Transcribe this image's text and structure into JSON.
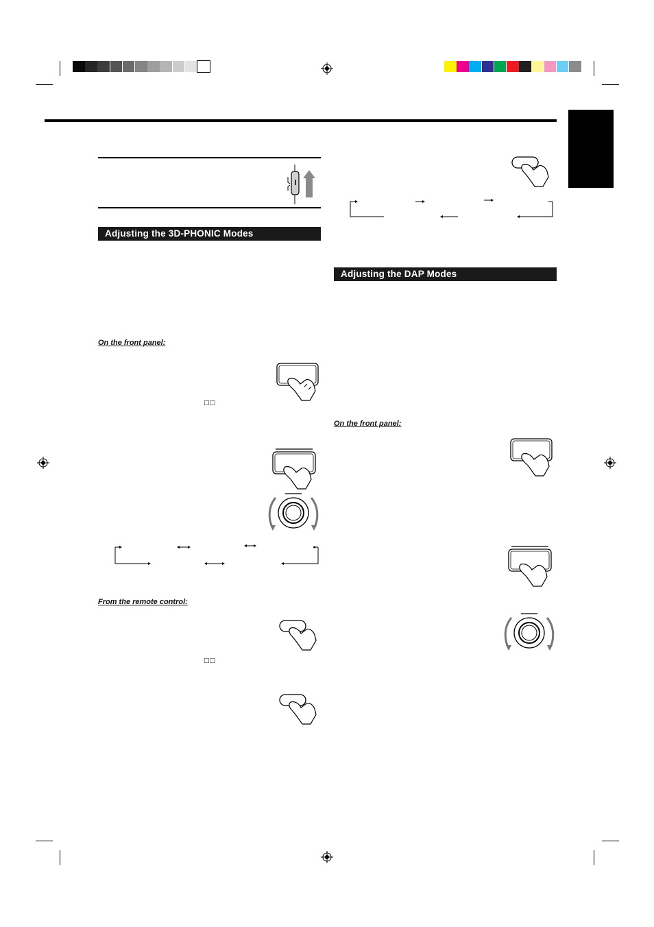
{
  "sections": {
    "phonic": {
      "heading": "Adjusting the 3D-PHONIC Modes"
    },
    "dap": {
      "heading": "Adjusting the DAP Modes"
    }
  },
  "subheads": {
    "front_panel_left": "On the front panel:",
    "remote": "From the remote control:",
    "front_panel_right": "On the front panel:"
  },
  "glyphs": {
    "dolby_mark_1": "□□",
    "dolby_mark_2": "□□"
  },
  "colors": {
    "gray_swatches": [
      "#0a0a0a",
      "#262626",
      "#3d3d3d",
      "#545454",
      "#6b6b6b",
      "#858585",
      "#9e9e9e",
      "#b5b5b5",
      "#cccccc",
      "#e3e3e3",
      "#ffffff"
    ],
    "color_swatches": [
      "#fff200",
      "#ec008c",
      "#00aeef",
      "#2e3192",
      "#00a651",
      "#ed1c24",
      "#231f20",
      "#fff799",
      "#f49ac1",
      "#6dcff6",
      "#8c8c8c"
    ],
    "heading_bg": "#1a1a1a",
    "language_tab": "#000000"
  }
}
